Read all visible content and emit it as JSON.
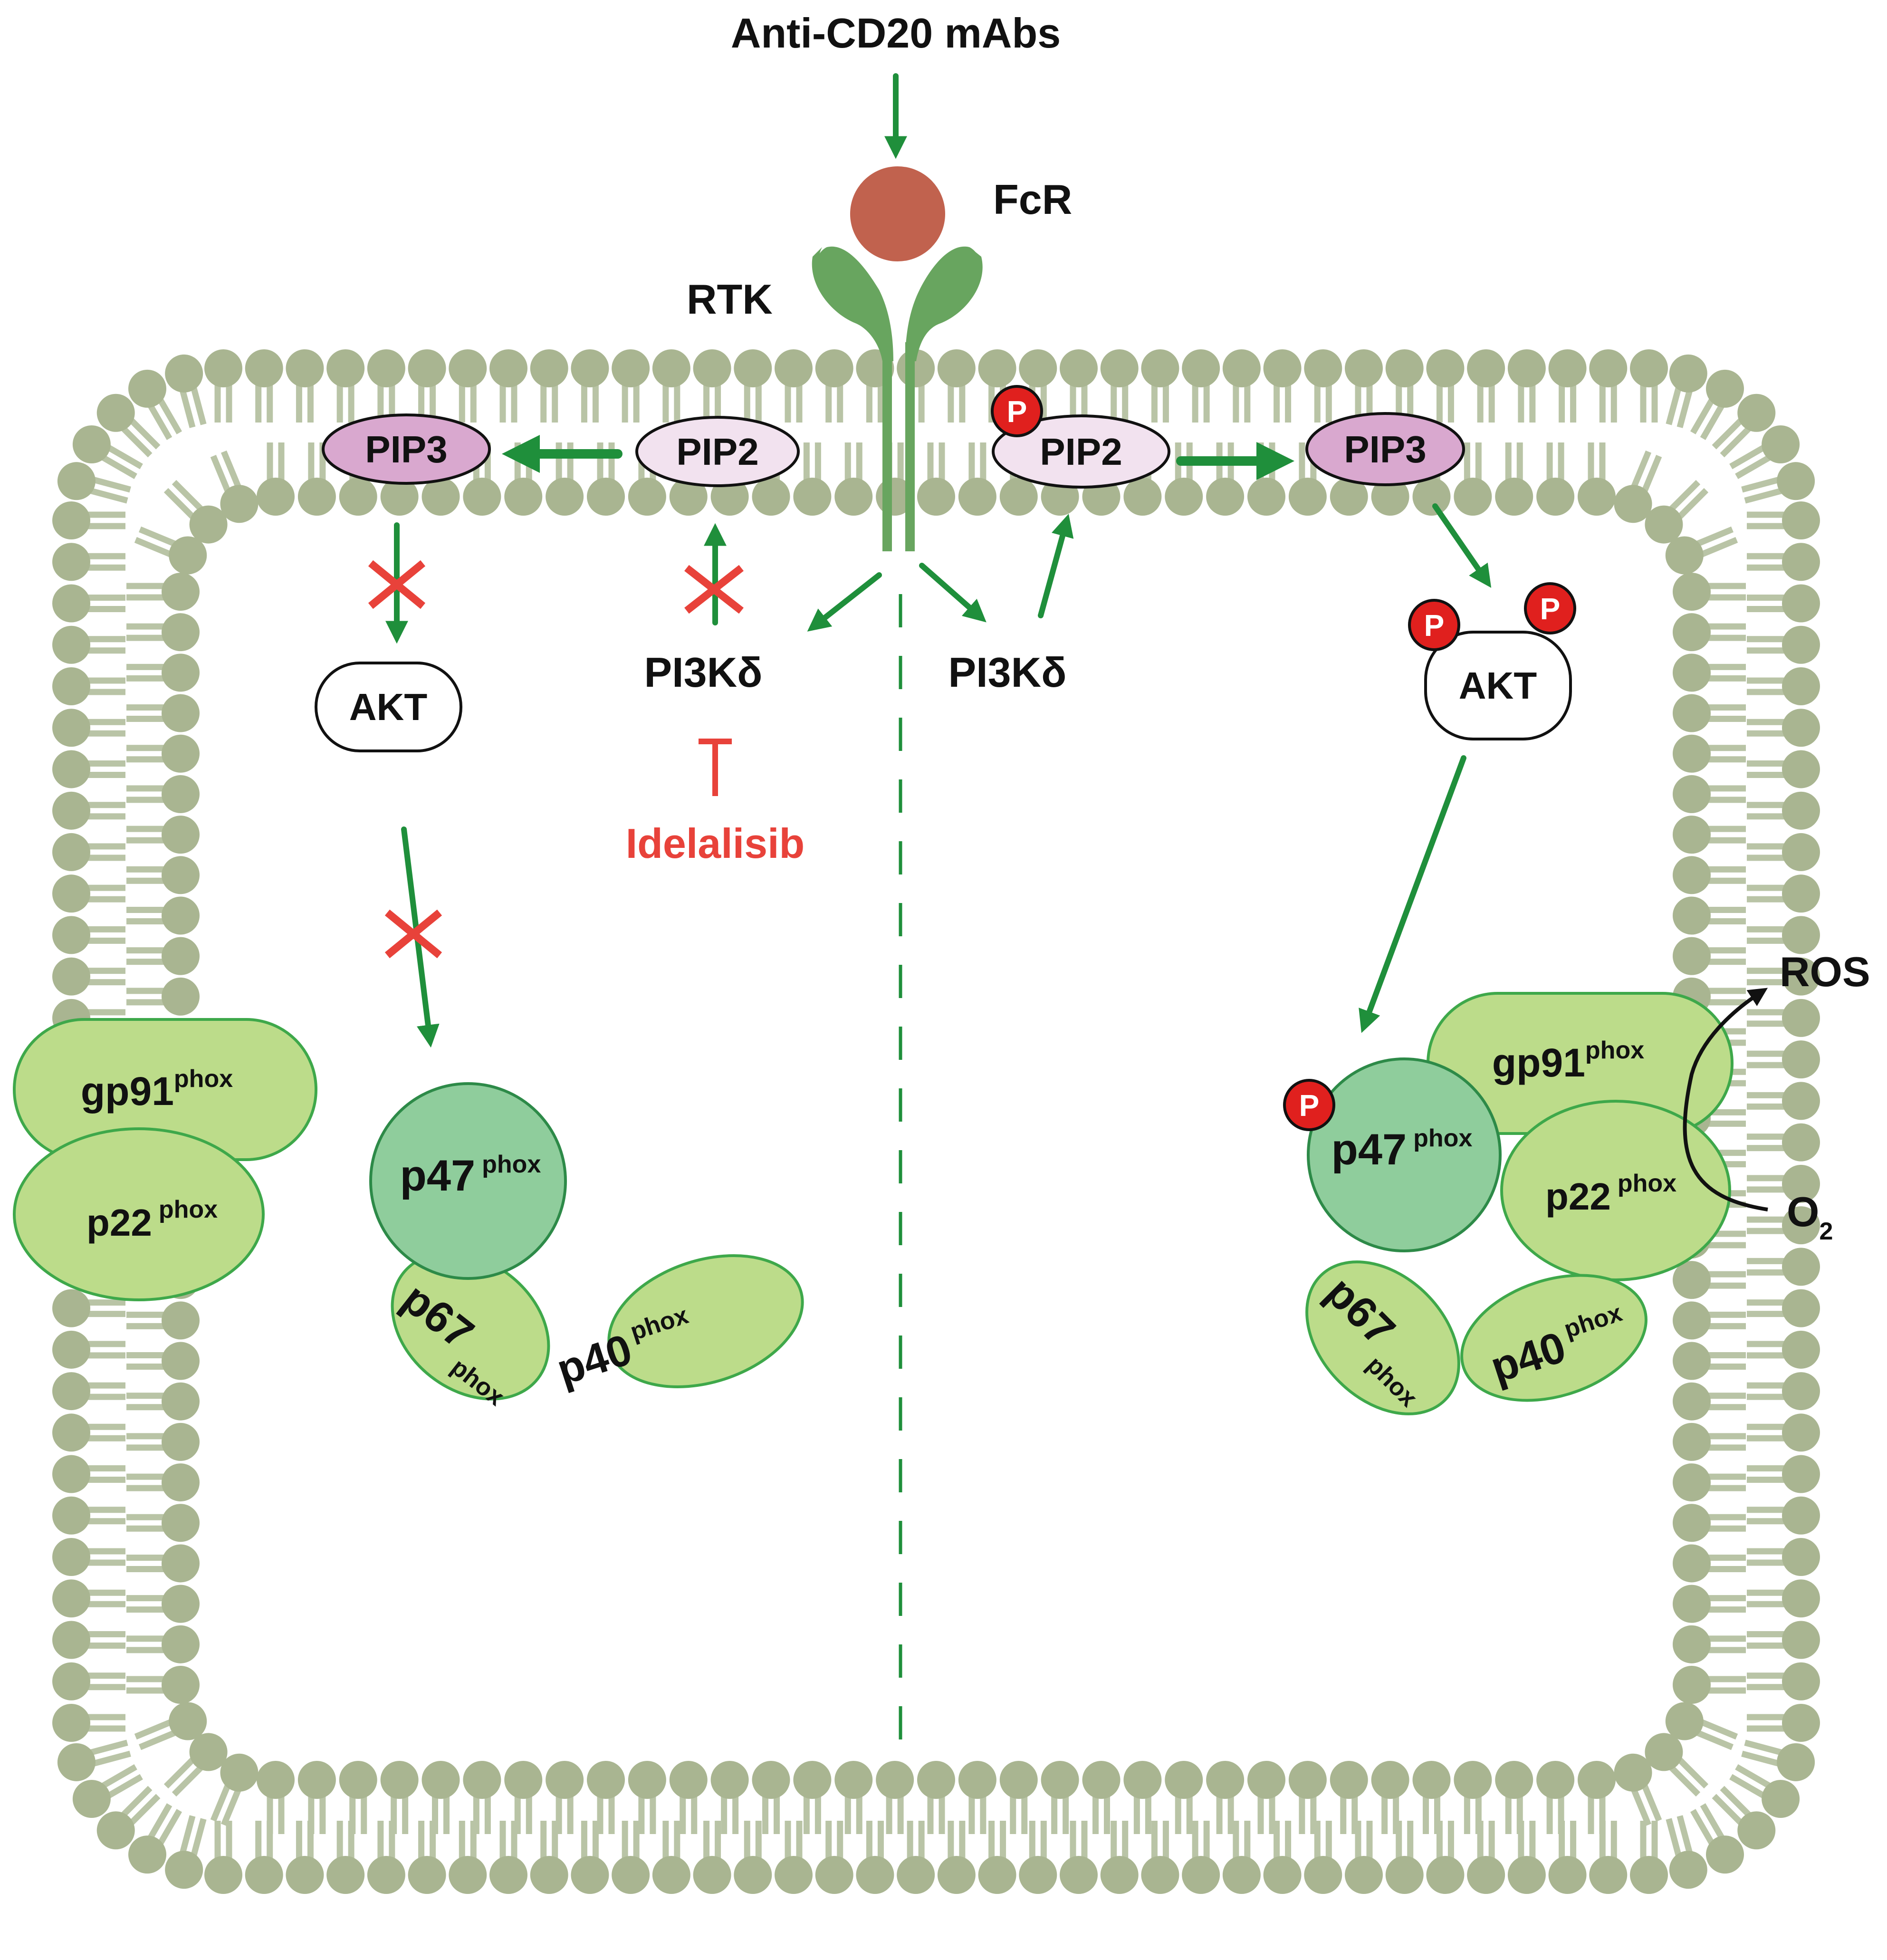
{
  "labels": {
    "stimulus": "Anti-CD20 mAbs",
    "receptor": "FcR",
    "rtk": "RTK",
    "pi3k_left": "PI3Kδ",
    "pi3k_right": "PI3Kδ",
    "inhibitor": "Idelalisib",
    "ros": "ROS",
    "o2": "O",
    "o2_sub": "2"
  },
  "molecules": {
    "pip3_left": "PIP3",
    "pip2_left": "PIP2",
    "pip2_right": "PIP2",
    "pip3_right": "PIP3",
    "akt_left": "AKT",
    "akt_right": "AKT",
    "phospho": "P"
  },
  "nadph_oxidase": {
    "gp91": "gp91",
    "p22": "p22",
    "p47": "p47",
    "p67": "p67",
    "p40": "p40",
    "suffix": "phox"
  },
  "colors": {
    "membrane": "#b9c4a6",
    "membrane_head": "#a9b591",
    "arrow_green": "#1f8f3b",
    "inhibit_red": "#e8423a",
    "receptor_green": "#68a55f",
    "fcr_ball": "#c1624e",
    "pip3_fill": "#d9a8cf",
    "pip2_fill": "#f2e2ef",
    "phox_light": "#bcdc8a",
    "phox_mid": "#8fcd9c",
    "phospho_red": "#e0201e"
  }
}
